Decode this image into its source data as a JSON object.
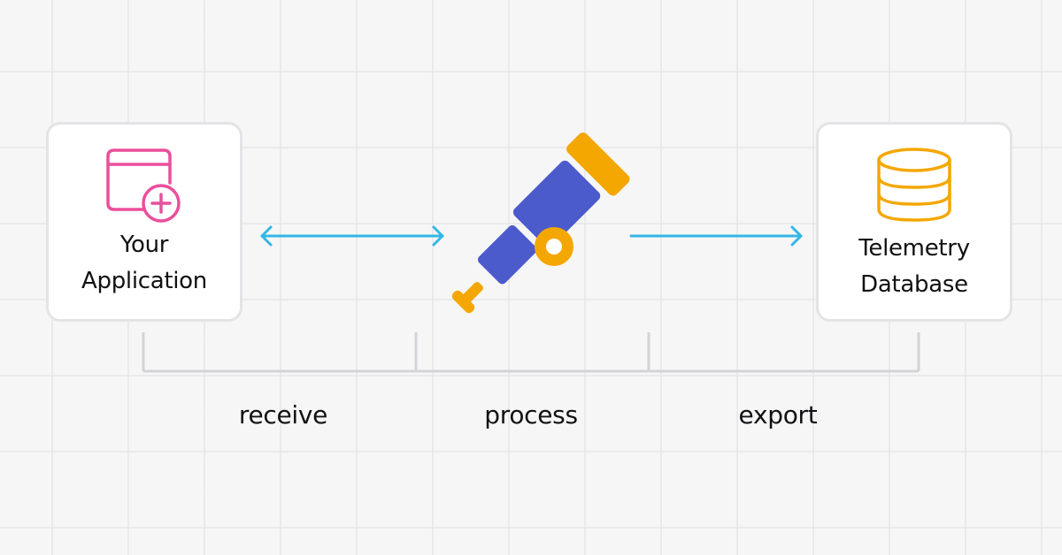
{
  "nodes": {
    "application": {
      "label_line1": "Your",
      "label_line2": "Application",
      "icon": "application-window-plus-icon",
      "icon_color": "#ea4f9c"
    },
    "collector": {
      "icon": "telescope-icon",
      "colors": {
        "primary": "#4b5bcc",
        "accent": "#f4a700"
      }
    },
    "database": {
      "label_line1": "Telemetry",
      "label_line2": "Database",
      "icon": "database-icon",
      "icon_color": "#f4a700"
    }
  },
  "connections": [
    {
      "from": "application",
      "to": "collector",
      "direction": "bidirectional",
      "color": "#33b7e4"
    },
    {
      "from": "collector",
      "to": "database",
      "direction": "forward",
      "color": "#33b7e4"
    }
  ],
  "stages": [
    {
      "label": "receive"
    },
    {
      "label": "process"
    },
    {
      "label": "export"
    }
  ],
  "colors": {
    "background": "#f6f6f7",
    "card_border": "#e4e4e7",
    "bracket": "#d4d4d8",
    "text": "#111113"
  }
}
